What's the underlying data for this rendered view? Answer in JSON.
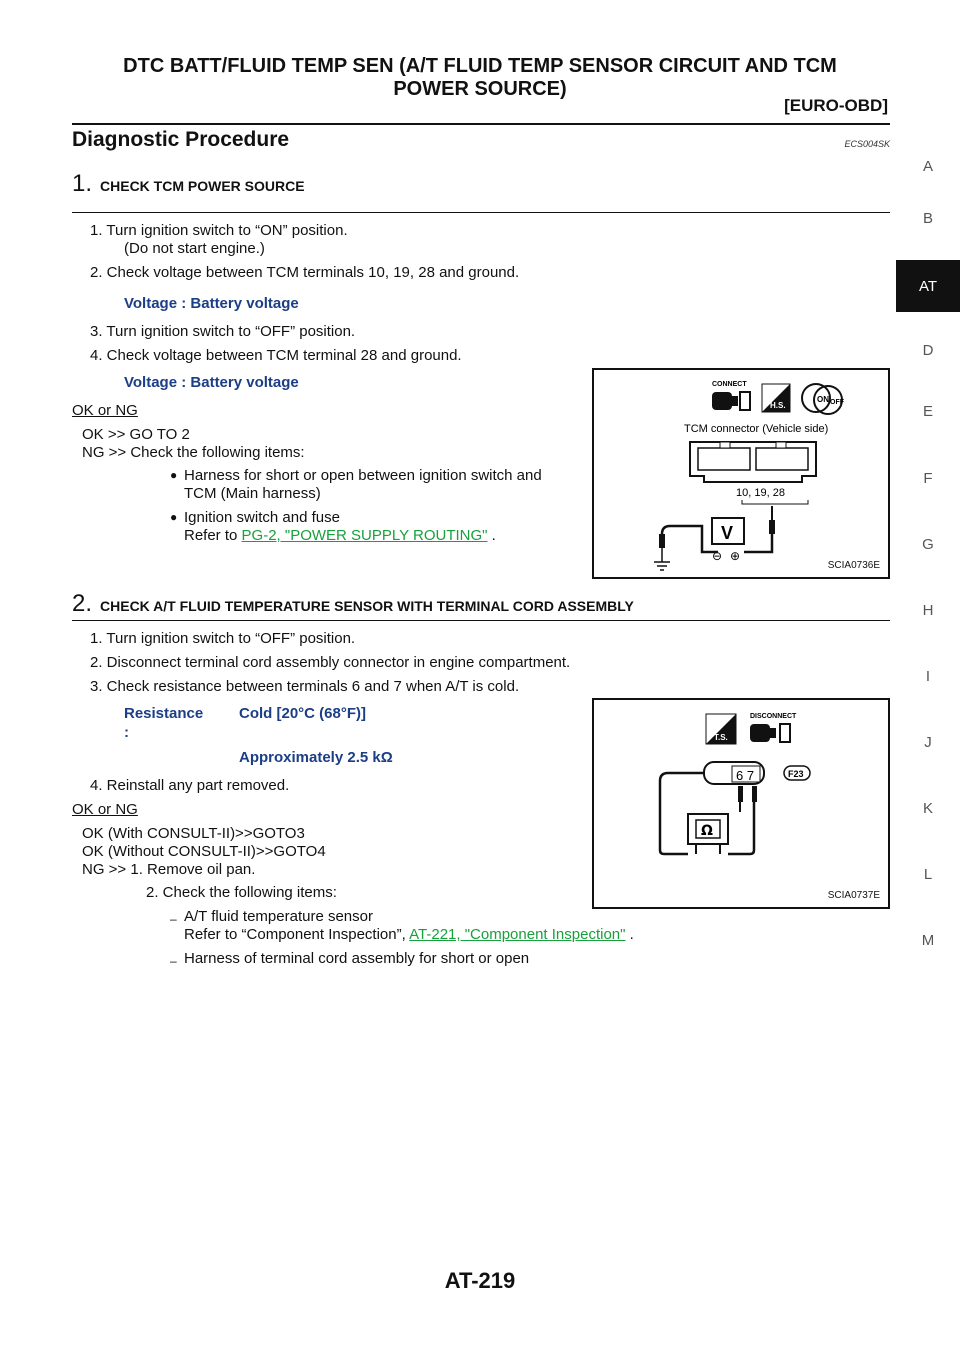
{
  "header": {
    "title_line1": "DTC BATT/FLUID TEMP SEN (A/T FLUID TEMP SENSOR CIRCUIT AND TCM",
    "title_line2": "POWER SOURCE)",
    "subtitle": "[EURO-OBD]"
  },
  "sidebar": {
    "items": [
      "A",
      "B",
      "AT",
      "D",
      "E",
      "F",
      "G",
      "H",
      "I",
      "J",
      "K",
      "L",
      "M"
    ],
    "active": "AT"
  },
  "section": {
    "title": "Diagnostic Procedure",
    "code": "ECS004SK"
  },
  "step1": {
    "num": "1.",
    "title": "CHECK TCM POWER SOURCE",
    "s1a": "1.  Turn ignition switch to “ON” position.",
    "s1b": "(Do not start engine.)",
    "s2": "2.  Check voltage between TCM terminals 10, 19, 28 and ground.",
    "spec1": "Voltage : Battery voltage",
    "s3": "3.  Turn ignition switch to “OFF” position.",
    "s4": "4.  Check voltage between TCM terminal 28 and ground.",
    "spec2": "Voltage : Battery voltage",
    "okng": "OK or NG",
    "ok": "OK     >> GO TO 2",
    "ng": "NG     >> Check the following items:",
    "b1a": "Harness for short or open between ignition switch and",
    "b1b": "TCM (Main harness)",
    "b2a": "Ignition switch and fuse",
    "b2b_pre": "Refer to ",
    "b2b_link": "PG-2, \"POWER SUPPLY ROUTING\"",
    "b2b_post": " .",
    "figure": {
      "label": "SCIA0736E",
      "connect": "CONNECT",
      "hs": "H.S.",
      "on": "ON",
      "off": "OFF",
      "caption": "TCM connector (Vehicle side)",
      "terminals": "10, 19, 28",
      "meter": "V",
      "minus": "⊖",
      "plus": "⊕"
    }
  },
  "step2": {
    "num": "2.",
    "title": "CHECK A/T FLUID TEMPERATURE SENSOR WITH TERMINAL CORD ASSEMBLY",
    "s1": "1.  Turn ignition switch to “OFF” position.",
    "s2": "2.  Disconnect terminal cord assembly connector in engine compartment.",
    "s3": "3.  Check resistance between terminals 6 and 7 when A/T is cold.",
    "spec_label1": "Resistance",
    "spec_label2": ":",
    "spec_v1": "Cold [20°C (68°F)]",
    "spec_v2": "Approximately 2.5 kΩ",
    "s4": "4.  Reinstall any part removed.",
    "okng": "OK or NG",
    "ok1": "OK (With CONSULT-II)>>GOTO3",
    "ok2": "OK (Without CONSULT-II)>>GOTO4",
    "ng1": "NG     >> 1. Remove oil pan.",
    "ng2": "2. Check the following items:",
    "d1a": "A/T fluid temperature sensor",
    "d1b_pre": "Refer to “Component Inspection”, ",
    "d1b_link": "AT-221, \"Component Inspection\"",
    "d1b_post": " .",
    "d2": "Harness of terminal cord assembly for short or open",
    "dash": "–",
    "figure": {
      "label": "SCIA0737E",
      "disconnect": "DISCONNECT",
      "ts": "T.S.",
      "pins": "6 7",
      "connector": "F23",
      "meter": "Ω"
    }
  },
  "bullet": "●",
  "page_number": "AT-219"
}
